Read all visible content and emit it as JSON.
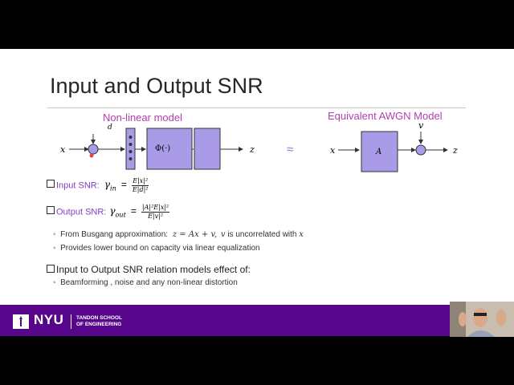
{
  "slide": {
    "title": "Input and Output SNR",
    "nonlinear_heading": "Non-linear model",
    "awgn_heading": "Equivalent AWGN Model",
    "approx_symbol": "≈",
    "diagram": {
      "x_label": "x",
      "d_label": "d",
      "phi_label": "Φ(·)",
      "z_label": "z",
      "A_label": "A",
      "v_label": "v"
    },
    "input_snr": {
      "label": "Input SNR:",
      "gamma": "γ",
      "sub": "in",
      "equals": "=",
      "num": "E|x|²",
      "den": "E|d|²"
    },
    "output_snr": {
      "label": "Output SNR:",
      "gamma": "γ",
      "sub": "out",
      "equals": "=",
      "num": "|A|²E|x|²",
      "den": "E|v|²"
    },
    "sub_bullets": [
      {
        "prefix": "From Busgang approximation:",
        "math": "z = Ax + v,",
        "mid": "v",
        "suffix": "is uncorrelated with",
        "end": "x"
      },
      {
        "text": "Provides lower bound on capacity via linear equalization"
      }
    ],
    "relation_text": "Input to Output SNR relation models effect of:",
    "relation_sub": "Beamforming , noise and any non-linear distortion"
  },
  "footer": {
    "nyu": "NYU",
    "tandon_line1": "TANDON SCHOOL",
    "tandon_line2": "OF ENGINEERING"
  },
  "colors": {
    "accent_purple": "#57068c",
    "heading_magenta": "#b13fb1",
    "block_fill": "#a99be8"
  }
}
